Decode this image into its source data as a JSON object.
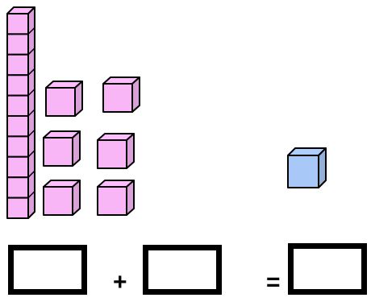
{
  "blocks": {
    "tens_rods": 1,
    "rod_units": 10,
    "pink_ones": 6,
    "blue_ones": 1,
    "pink_color": "#f9b6f7",
    "blue_color": "#a8c8f7"
  },
  "equation": {
    "plus": "+",
    "equals": "="
  }
}
